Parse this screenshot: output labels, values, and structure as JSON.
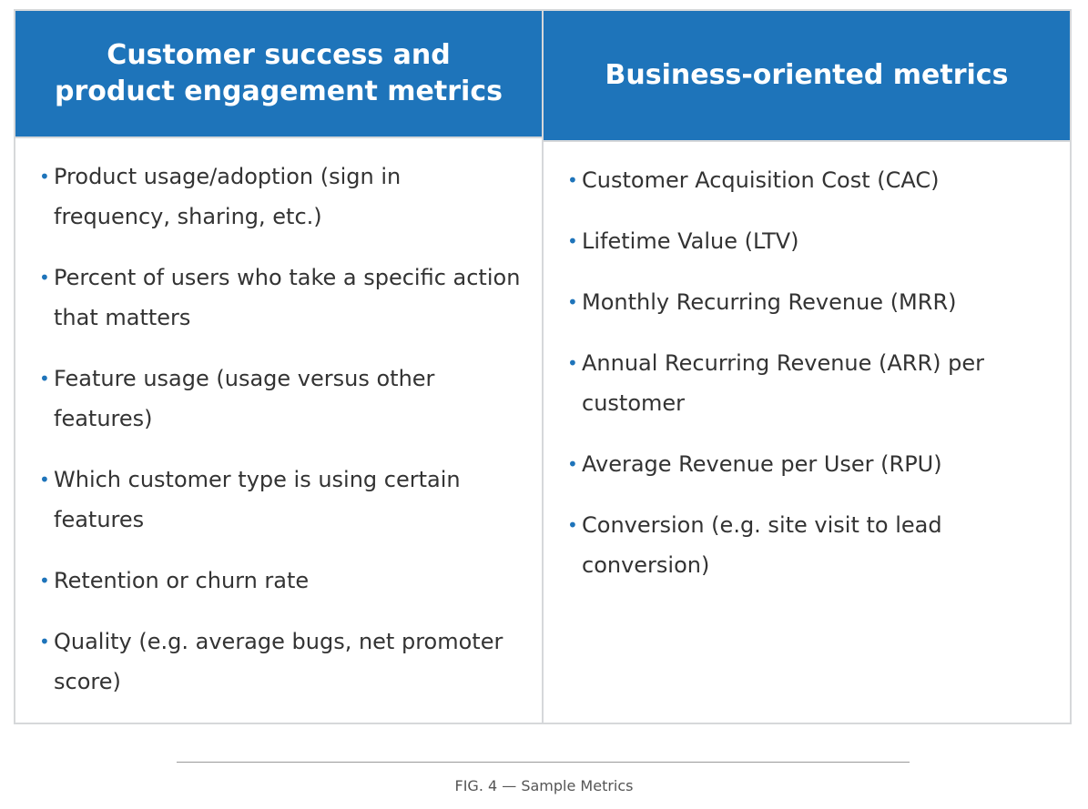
{
  "table": {
    "left_column": {
      "header": "Customer success and product engagement metrics",
      "items": [
        "Product usage/adoption (sign in frequency, sharing, etc.)",
        "Percent of users who take a specific action that matters",
        "Feature usage (usage versus other features)",
        "Which customer type is using certain features",
        "Retention or churn rate",
        "Quality (e.g. average bugs, net promoter score)"
      ]
    },
    "right_column": {
      "header": "Business-oriented metrics",
      "items": [
        "Customer Acquisition Cost (CAC)",
        "Lifetime Value (LTV)",
        "Monthly Recurring Revenue (MRR)",
        "Annual Recurring Revenue (ARR) per customer",
        "Average Revenue per User (RPU)",
        "Conversion (e.g. site visit to lead conversion)"
      ]
    }
  },
  "caption": "FIG. 4 — Sample Metrics",
  "colors": {
    "header_background": "#1e74ba",
    "header_text": "#ffffff",
    "bullet": "#1e74ba",
    "border": "#d6d8da"
  }
}
